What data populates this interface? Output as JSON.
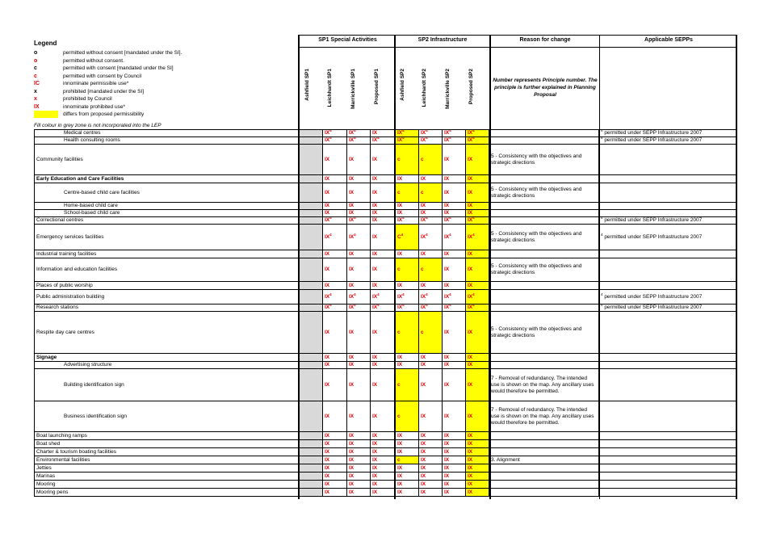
{
  "legend": {
    "title": "Legend",
    "items": [
      {
        "symbol": "o",
        "text": "permitted without consent [mandated under the SI].",
        "color": "#000000"
      },
      {
        "symbol": "o",
        "text": "permitted without consent.",
        "color": "#e00000"
      },
      {
        "symbol": "c",
        "text": "permitted with consent [mandated under the SI]",
        "color": "#000000"
      },
      {
        "symbol": "c",
        "text": "permitted with consent by Council",
        "color": "#e00000"
      },
      {
        "symbol": "IC",
        "text": "innominate permissible use*",
        "color": "#e00000"
      },
      {
        "symbol": "x",
        "text": "prohibited [mandated under the SI]",
        "color": "#000000"
      },
      {
        "symbol": "x",
        "text": "prohibited by Council",
        "color": "#e00000"
      },
      {
        "symbol": "IX",
        "text": "innominate prohibited use*",
        "color": "#e00000"
      },
      {
        "symbol": "",
        "text": "differs from proposed permissibility",
        "color": "#ffff00"
      }
    ],
    "fill_note": "Fill colour in grey zone is not incorporated into the LEP"
  },
  "headers": {
    "sp1": "SP1 Special Activities",
    "sp2": "SP2 Infrastructure",
    "reason": "Reason for change",
    "sepps": "Applicable SEPPs",
    "cols": [
      "Ashfield SP1",
      "Leichhardt SP1",
      "Marrickville SP1",
      "Proposed SP1",
      "Ashfield SP2",
      "Leichhardt SP2",
      "Marrickville SP2",
      "Proposed SP2"
    ],
    "reason_note": "Number represents Principle number. The principle is further explained in Planning Proposal"
  },
  "rows": [
    {
      "name": "Medical centres",
      "indent": true,
      "h": 9,
      "c": [
        "",
        "IX|4",
        "IX|4",
        "IX",
        "IX|4",
        "IX|4",
        "IX|4",
        "IX|4"
      ],
      "y": [
        4,
        7
      ],
      "reason": "",
      "sepp": "4 permitted under SEPP Infrastructure 2007"
    },
    {
      "name": "Health consulting rooms",
      "indent": true,
      "h": 9,
      "c": [
        "",
        "IX|4",
        "IX|4",
        "IX|4",
        "IX|4",
        "IX|4",
        "IX|4",
        "IX|4"
      ],
      "y": [
        4,
        7
      ],
      "reason": "",
      "sepp": "4 permitted under SEPP Infrastructure 2007"
    },
    {
      "name": "Community facilities",
      "indent": false,
      "h": 38,
      "c": [
        "",
        "IX",
        "IX",
        "IX",
        "c",
        "c",
        "IX",
        "IX"
      ],
      "y": [
        4,
        5,
        7
      ],
      "reason": "5 - Consistency with the objectives and strategic directions",
      "sepp": ""
    },
    {
      "name": "Early Education and Care Facilities",
      "indent": false,
      "bold": true,
      "h": 10,
      "c": [
        "",
        "IX",
        "IX",
        "IX",
        "IX",
        "IX",
        "IX",
        "IX"
      ],
      "y": [
        7
      ],
      "reason": "",
      "sepp": ""
    },
    {
      "name": "Centre-based child care facilities",
      "indent": true,
      "h": 24,
      "c": [
        "",
        "IX",
        "IX",
        "IX",
        "c",
        "c",
        "IX",
        "IX"
      ],
      "y": [
        4,
        5,
        7
      ],
      "reason": "5 - Consistency with the objectives and strategic directions",
      "sepp": ""
    },
    {
      "name": "Home-based child care",
      "indent": true,
      "h": 9,
      "c": [
        "",
        "IX",
        "IX",
        "IX",
        "IX",
        "IX",
        "IX",
        "IX"
      ],
      "y": [
        7
      ],
      "reason": "",
      "sepp": ""
    },
    {
      "name": "School-based child care",
      "indent": true,
      "h": 9,
      "c": [
        "",
        "IX",
        "IX",
        "IX",
        "IX",
        "IX",
        "IX",
        "IX"
      ],
      "y": [
        7
      ],
      "reason": "",
      "sepp": ""
    },
    {
      "name": "Correctional centres",
      "indent": false,
      "h": 9,
      "c": [
        "",
        "IX|4",
        "IX|4",
        "IX",
        "IX|4",
        "IX|4",
        "IX|4",
        "IX|4"
      ],
      "y": [
        7
      ],
      "reason": "",
      "sepp": "4 permitted under SEPP Infrastructure 2007"
    },
    {
      "name": "Emergency services facilities",
      "indent": false,
      "h": 32,
      "c": [
        "",
        "IX|4",
        "IX|4",
        "IX",
        "C|4",
        "IX|4",
        "IX|4",
        "IX|4"
      ],
      "y": [
        4,
        7
      ],
      "reason": "5 - Consistency with the objectives and strategic directions",
      "sepp": "4 permitted under SEPP Infrastructure 2007"
    },
    {
      "name": "Industrial training facilities",
      "indent": false,
      "h": 10,
      "c": [
        "",
        "IX",
        "IX",
        "IX",
        "IX",
        "IX",
        "IX",
        "IX"
      ],
      "y": [
        7
      ],
      "reason": "",
      "sepp": ""
    },
    {
      "name": "Information and education facilities",
      "indent": false,
      "h": 29,
      "c": [
        "",
        "IX",
        "IX",
        "IX",
        "c",
        "c",
        "IX",
        "IX"
      ],
      "y": [
        4,
        5,
        7
      ],
      "reason": "5 - Consistency with the objectives and strategic directions",
      "sepp": ""
    },
    {
      "name": "Places of public worship",
      "indent": false,
      "h": 10,
      "c": [
        "",
        "IX",
        "IX",
        "IX",
        "IX",
        "IX",
        "IX",
        "IX"
      ],
      "y": [
        7
      ],
      "reason": "",
      "sepp": ""
    },
    {
      "name": "Public administration building",
      "indent": false,
      "h": 18,
      "c": [
        "",
        "IX|4",
        "IX|4",
        "IX|4",
        "IX|4",
        "IX|4",
        "IX|4",
        "IX|4"
      ],
      "y": [
        7
      ],
      "reason": "",
      "sepp": "4 permitted under SEPP Infrastructure 2007"
    },
    {
      "name": "Research stations",
      "indent": false,
      "h": 9,
      "c": [
        "",
        "IX|4",
        "IX|4",
        "IX|4",
        "IX|4",
        "IX|4",
        "IX|4",
        "IX|4"
      ],
      "y": [
        7
      ],
      "reason": "",
      "sepp": "4 permitted under SEPP Infrastructure 2007"
    },
    {
      "name": "Respite day care centres",
      "indent": false,
      "h": 52,
      "c": [
        "",
        "IX",
        "IX",
        "IX",
        "c",
        "c",
        "IX",
        "IX"
      ],
      "y": [
        4,
        5,
        7
      ],
      "reason": "5 - Consistency with the objectives and strategic directions",
      "sepp": ""
    },
    {
      "name": "Signage",
      "indent": false,
      "bold": true,
      "h": 10,
      "c": [
        "",
        "IX",
        "IX",
        "IX",
        "IX",
        "IX",
        "IX",
        "IX"
      ],
      "y": [
        7
      ],
      "reason": "",
      "sepp": ""
    },
    {
      "name": "Advertising structure",
      "indent": true,
      "h": 9,
      "c": [
        "",
        "IX",
        "IX",
        "IX",
        "IX",
        "IX",
        "IX",
        "IX"
      ],
      "y": [
        7
      ],
      "reason": "",
      "sepp": ""
    },
    {
      "name": "Building identification sign",
      "indent": true,
      "h": 40,
      "c": [
        "",
        "IX",
        "IX",
        "IX",
        "c",
        "IX",
        "IX",
        "IX"
      ],
      "y": [
        4,
        7
      ],
      "reason": "7 - Removal of redundancy. The intended use is shown on the map. Any ancillary uses would therefore be permitted.",
      "sepp": ""
    },
    {
      "name": "Business identification sign",
      "indent": true,
      "h": 38,
      "c": [
        "",
        "IX",
        "IX",
        "IX",
        "c",
        "IX",
        "IX",
        "IX"
      ],
      "y": [
        4,
        7
      ],
      "reason": "7 - Removal of redundancy. The intended use is shown on the map. Any ancillary uses would therefore be permitted.",
      "sepp": ""
    },
    {
      "name": "Boat launching ramps",
      "indent": false,
      "h": 10,
      "c": [
        "",
        "IX",
        "IX",
        "IX",
        "IX",
        "IX",
        "IX",
        "IX"
      ],
      "y": [
        7
      ],
      "reason": "",
      "sepp": ""
    },
    {
      "name": "Boat shed",
      "indent": false,
      "h": 10,
      "c": [
        "",
        "IX",
        "IX",
        "IX",
        "IX",
        "IX",
        "IX",
        "IX"
      ],
      "y": [
        7
      ],
      "reason": "",
      "sepp": ""
    },
    {
      "name": "Charter & tourism boating facilities",
      "indent": false,
      "h": 10,
      "c": [
        "",
        "IX",
        "IX",
        "IX",
        "IX",
        "IX",
        "IX",
        "IX"
      ],
      "y": [
        7
      ],
      "reason": "",
      "sepp": ""
    },
    {
      "name": "Environmental facilities",
      "indent": false,
      "h": 10,
      "c": [
        "",
        "IX",
        "IX",
        "IX",
        "c",
        "IX",
        "IX",
        "IX"
      ],
      "y": [
        4,
        7
      ],
      "reason": "3. Alignment",
      "sepp": ""
    },
    {
      "name": "Jetties",
      "indent": false,
      "h": 10,
      "c": [
        "",
        "IX",
        "IX",
        "IX",
        "IX",
        "IX",
        "IX",
        "IX"
      ],
      "y": [
        7
      ],
      "reason": "",
      "sepp": ""
    },
    {
      "name": "Marinas",
      "indent": false,
      "h": 10,
      "c": [
        "",
        "IX",
        "IX",
        "IX",
        "IX",
        "IX",
        "IX",
        "IX"
      ],
      "y": [
        7
      ],
      "reason": "",
      "sepp": ""
    },
    {
      "name": "Mooring",
      "indent": false,
      "h": 10,
      "c": [
        "",
        "IX",
        "IX",
        "IX",
        "IX",
        "IX",
        "IX",
        "IX"
      ],
      "y": [
        7
      ],
      "reason": "",
      "sepp": ""
    },
    {
      "name": "Mooring pens",
      "indent": false,
      "h": 10,
      "c": [
        "",
        "IX",
        "IX",
        "IX",
        "IX",
        "IX",
        "IX",
        "IX"
      ],
      "y": [
        7
      ],
      "reason": "",
      "sepp": ""
    }
  ]
}
